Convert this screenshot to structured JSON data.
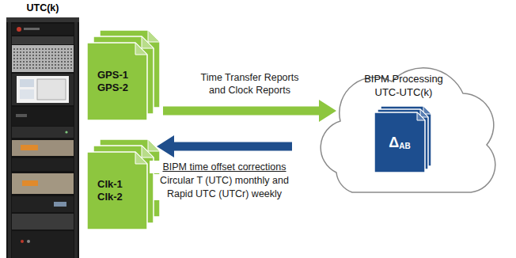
{
  "diagram": {
    "nodes": [
      {
        "text": [
          "UTC(k)"
        ]
      },
      {
        "text": [
          "GPS-1 GPS-2"
        ]
      },
      {
        "text": [
          "Clk-1 Clk-2"
        ]
      },
      {
        "text": [
          "BIPM Processing UTC-UTC(k)"
        ]
      },
      {
        "text": [
          "Δ",
          "AB"
        ],
        "in": 3
      }
    ],
    "edges": [
      {
        "from": 1,
        "to": 3,
        "label": "Time Transfer Reports and Clock Reports",
        "arrow": "to"
      },
      {
        "from": 3,
        "to": 2,
        "label": "BIPM time offset corrections",
        "arrow": "to"
      }
    ],
    "labels": [
      "Circular T (UTC) monthly and Rapid UTC (UTCr) weekly"
    ]
  }
}
